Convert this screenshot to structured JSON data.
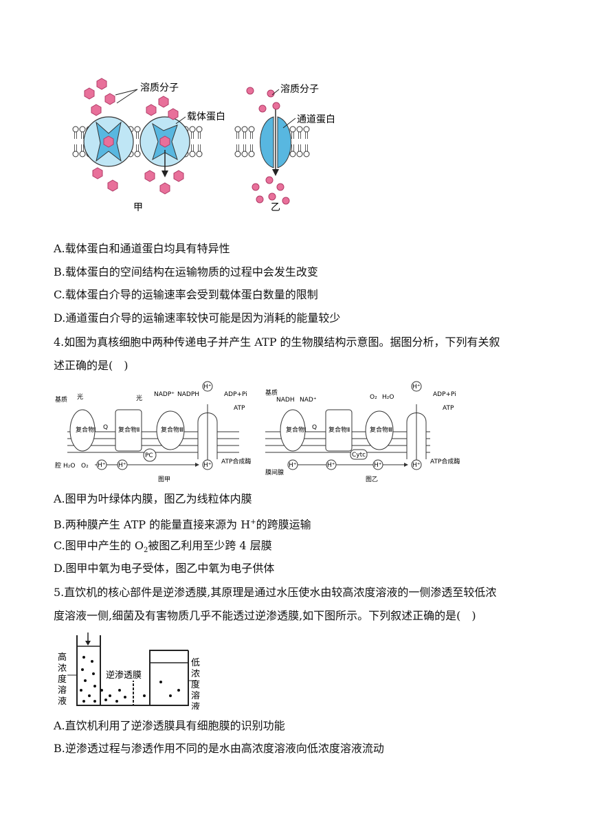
{
  "fig1": {
    "jia_solute": "溶质分子",
    "jia_carrier": "载体蛋白",
    "jia_caption": "甲",
    "yi_solute": "溶质分子",
    "yi_channel": "通道蛋白",
    "yi_caption": "乙"
  },
  "q3_options": [
    "A.载体蛋白和通道蛋白均具有特异性",
    "B.载体蛋白的空间结构在运输物质的过程中会发生改变",
    "C.载体蛋白介导的运输速率会受到载体蛋白数量的限制",
    "D.通道蛋白介导的运输速率较快可能是因为消耗的能量较少"
  ],
  "q4": {
    "stem_line1": "4.如图为真核细胞中两种传递电子并产生 ATP 的生物膜结构示意图。据图分析，下列有关叙",
    "stem_line2": "述正确的是(　)",
    "optA": "A.图甲为叶绿体内膜，图乙为线粒体内膜",
    "optB_pre": "B.两种膜产生 ATP 的能量直接来源为 H",
    "optB_sup": "+",
    "optB_post": "的跨膜运输",
    "optC_pre": "C.图甲中产生的 O",
    "optC_sub": "2",
    "optC_post": "被图乙利用至少跨 4 层膜",
    "optD": "D.图甲中氧为电子受体，图乙中氧为电子供体"
  },
  "fig2": {
    "a_stroma": "基质",
    "a_light1": "光",
    "a_light2": "光",
    "a_nadp": "NADP⁺",
    "a_nadph": "NADPH",
    "a_adp": "ADP+Pi",
    "a_atp": "ATP",
    "a_c1": "复合物Ⅰ",
    "a_c2": "复合物Ⅱ",
    "a_c3": "复合物Ⅲ",
    "a_q": "Q",
    "a_pc": "PC",
    "a_lumen": "腔",
    "a_h2o": "H₂O",
    "a_o2": "O₂",
    "a_h": "H⁺",
    "a_synthase": "ATP合成酶",
    "a_caption": "图甲",
    "b_stroma": "基质",
    "b_nadh": "NADH",
    "b_nad": "NAD⁺",
    "b_o2": "O₂",
    "b_h2o": "H₂O",
    "b_adp": "ADP+Pi",
    "b_atp": "ATP",
    "b_c1": "复合物Ⅰ",
    "b_c2": "复合物Ⅱ",
    "b_c3": "复合物Ⅲ",
    "b_q": "Q",
    "b_cyto": "Cytc",
    "b_space": "膜间腺",
    "b_h": "H⁺",
    "b_synthase": "ATP合成酶",
    "b_caption": "图乙"
  },
  "q5": {
    "stem_line1": "5.直饮机的核心部件是逆渗透膜,其原理是通过水压使水由较高浓度溶液的一侧渗透至较低浓",
    "stem_line2": "度溶液一侧,细菌及有害物质几乎不能透过逆渗透膜,如下图所示。下列叙述正确的是(　)",
    "optA": "A.直饮机利用了逆渗透膜具有细胞膜的识别功能",
    "optB": "B.逆渗透过程与渗透作用不同的是水由高浓度溶液向低浓度溶液流动"
  },
  "fig3": {
    "left_label": "高浓度溶液",
    "membrane_label": "逆渗透膜",
    "right_label": "低浓度溶液"
  }
}
